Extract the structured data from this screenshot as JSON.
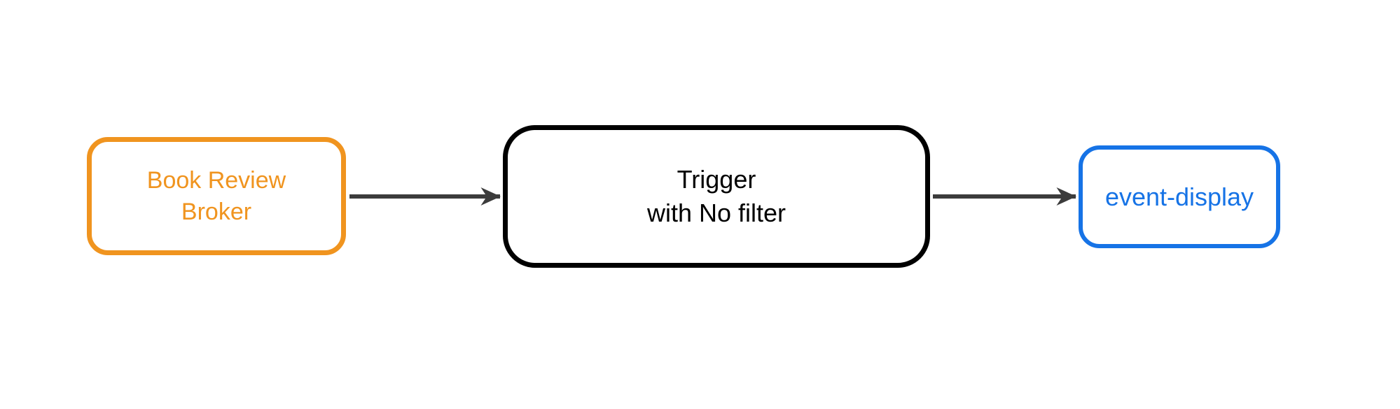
{
  "colors": {
    "background": "#ffffff",
    "broker": "#f0941f",
    "trigger": "#000000",
    "display": "#1673e6",
    "edge": "#3c3c3c"
  },
  "nodes": {
    "broker": {
      "line1": "Book Review",
      "line2": "Broker"
    },
    "trigger": {
      "line1": "Trigger",
      "line2": "with No filter"
    },
    "display": {
      "label": "event-display"
    }
  },
  "edges": [
    {
      "from": "broker",
      "to": "trigger"
    },
    {
      "from": "trigger",
      "to": "display"
    }
  ]
}
